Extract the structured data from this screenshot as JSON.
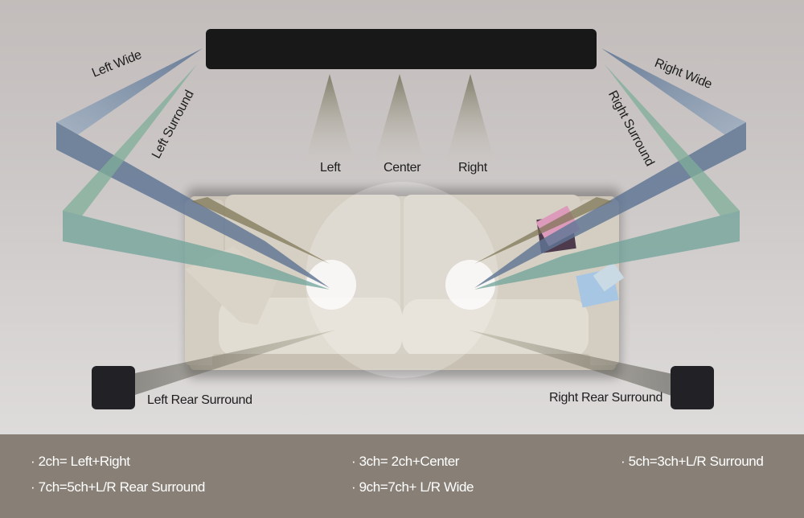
{
  "diagram": {
    "title": "Speaker channel layout around a sofa",
    "devices": {
      "soundbar": "soundbar",
      "left_rear_speaker": "rear speaker",
      "right_rear_speaker": "rear speaker"
    },
    "channels": {
      "left": "Left",
      "center": "Center",
      "right": "Right",
      "left_wide": "Left Wide",
      "left_surround": "Left Surround",
      "right_wide": "Right Wide",
      "right_surround": "Right Surround",
      "left_rear_surround": "Left Rear Surround",
      "right_rear_surround": "Right Rear Surround"
    },
    "colors": {
      "background": "#cdc9c8",
      "soundbar": "#181818",
      "rear_speaker": "#222226",
      "wide_beam": "#5f7c9e",
      "surround_beam": "#6fa08c",
      "front_beam": "#8a8670",
      "footer": "#888076",
      "sofa": "#dcd6cb"
    }
  },
  "legend": {
    "items": [
      "· 2ch= Left+Right",
      "· 3ch= 2ch+Center",
      "· 5ch=3ch+L/R Surround",
      "· 7ch=5ch+L/R Rear Surround",
      "· 9ch=7ch+ L/R Wide"
    ]
  }
}
